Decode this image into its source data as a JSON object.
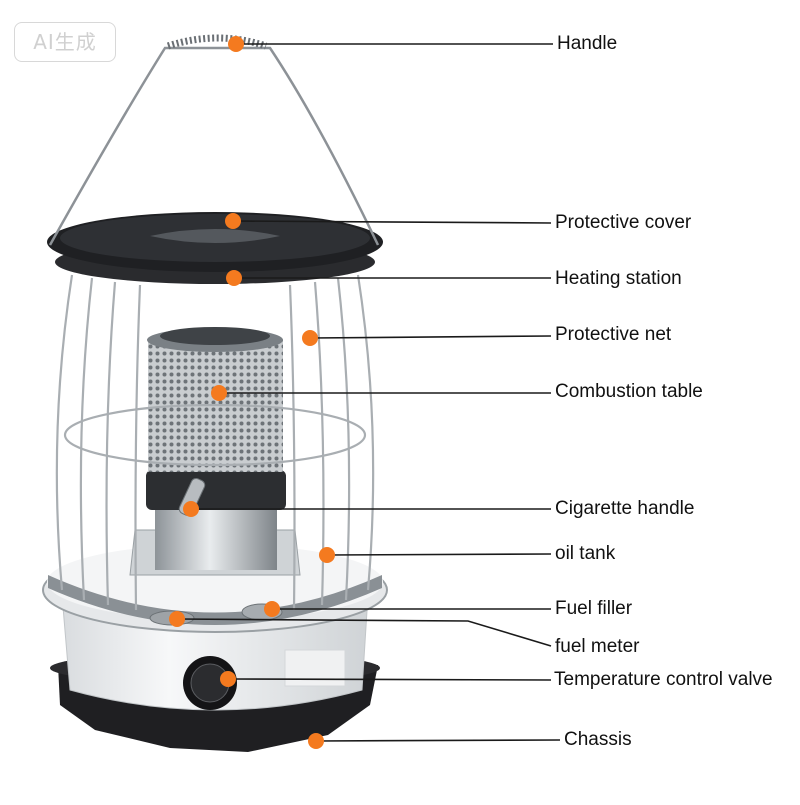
{
  "watermark": "AI生成",
  "colors": {
    "marker": "#f47a1f",
    "line": "#1a1a1a",
    "steel": "#b8bcc0",
    "body": "#eef0f1",
    "dark": "#1d1d1f"
  },
  "labels": {
    "handle": "Handle",
    "protective_cover": "Protective cover",
    "heating_station": "Heating station",
    "protective_net": "Protective net",
    "combustion_table": "Combustion table",
    "cigarette_handle": "Cigarette handle",
    "oil_tank": "oil tank",
    "fuel_filler": "Fuel filler",
    "fuel_meter": "fuel meter",
    "temperature_control_valve": "Temperature control valve",
    "chassis": "Chassis"
  }
}
